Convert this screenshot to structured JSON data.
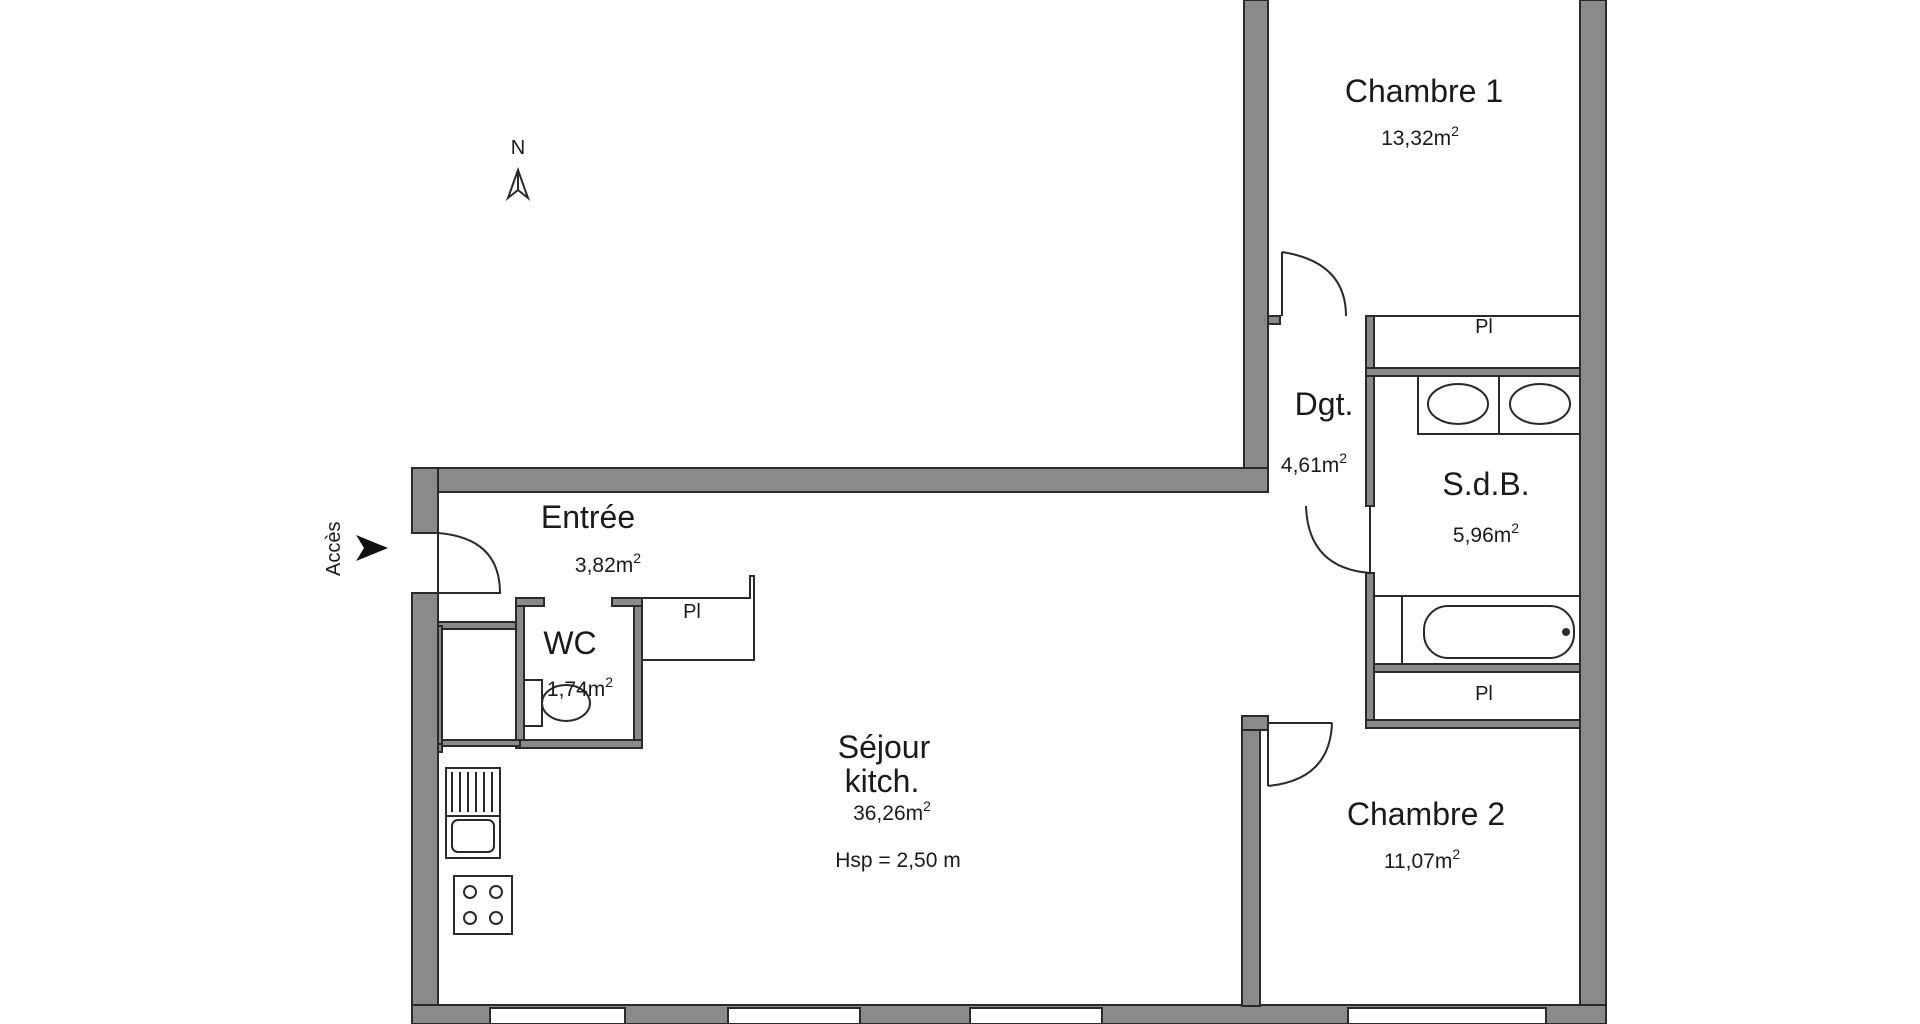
{
  "compass": {
    "label": "N"
  },
  "access": {
    "label": "Accès"
  },
  "rooms": {
    "chambre1": {
      "name": "Chambre 1",
      "area": "13,32m",
      "unit_sup": "2"
    },
    "degagement": {
      "name": "Dgt.",
      "area": "4,61m",
      "unit_sup": "2"
    },
    "sdb": {
      "name": "S.d.B.",
      "area": "5,96m",
      "unit_sup": "2"
    },
    "entree": {
      "name": "Entrée",
      "area": "3,82m",
      "unit_sup": "2"
    },
    "wc": {
      "name": "WC",
      "area": "1,74m",
      "unit_sup": "2"
    },
    "sejour": {
      "name_line1": "Séjour",
      "name_line2": "kitch.",
      "area": "36,26m",
      "unit_sup": "2",
      "ceiling": "Hsp = 2,50 m"
    },
    "chambre2": {
      "name": "Chambre 2",
      "area": "11,07m",
      "unit_sup": "2"
    }
  },
  "closets": {
    "label": "Pl"
  },
  "colors": {
    "wall": "#8a8a8a",
    "line": "#2a2a2a",
    "background": "#ffffff"
  }
}
